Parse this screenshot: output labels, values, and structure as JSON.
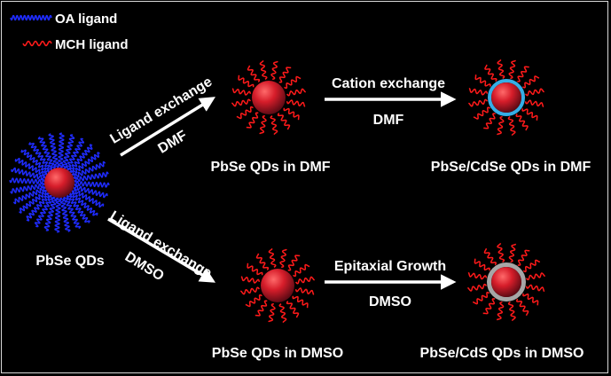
{
  "legend": {
    "oa_label": "OA ligand",
    "mch_label": "MCH ligand"
  },
  "colors": {
    "oa": "#1f2cff",
    "mch": "#ff1a1a",
    "cdse_shell": "#35aee6",
    "cds_shell": "#a6a6a6",
    "arrow": "#ffffff"
  },
  "nodes": {
    "start": "PbSe QDs",
    "dmf_core": "PbSe QDs in DMF",
    "dmf_shell": "PbSe/CdSe QDs in DMF",
    "dmso_core": "PbSe QDs in DMSO",
    "dmso_shell": "PbSe/CdS QDs in DMSO"
  },
  "arrows": {
    "up_top": "Ligand exchange",
    "up_bottom": "DMF",
    "down_top": "Ligand exchange",
    "down_bottom": "DMSO",
    "cation_top": "Cation exchange",
    "cation_bottom": "DMF",
    "epi_top": "Epitaxial Growth",
    "epi_bottom": "DMSO"
  }
}
